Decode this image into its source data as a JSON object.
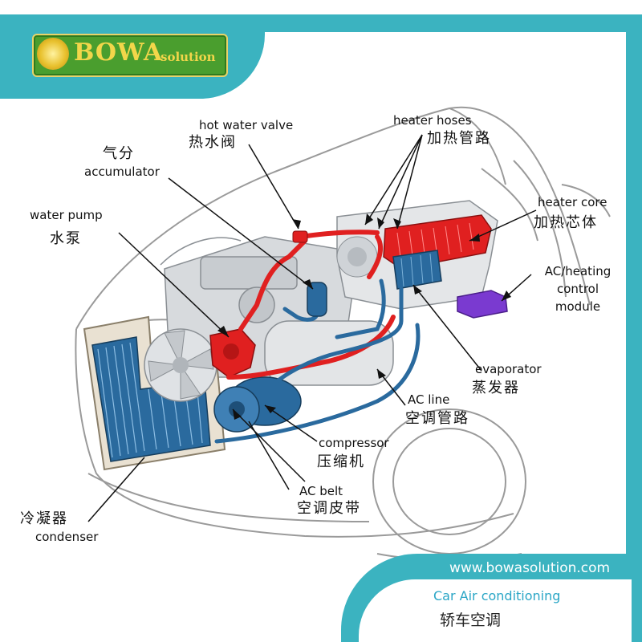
{
  "branding": {
    "logo_main": "BOWA",
    "logo_sub": "solution",
    "url": "www.bowasolution.com",
    "caption_en": "Car Air conditioning",
    "caption_zh": "轿车空调",
    "accent_color": "#3bb3c0"
  },
  "labels": {
    "hot_water_valve_en": "hot water valve",
    "hot_water_valve_zh": "热水阀",
    "heater_hoses_en": "heater hoses",
    "heater_hoses_zh": "加热管路",
    "accumulator_zh": "气分",
    "accumulator_en": "accumulator",
    "water_pump_en": "water pump",
    "water_pump_zh": "水泵",
    "heater_core_en": "heater core",
    "heater_core_zh": "加热芯体",
    "control_module_line1": "AC/heating",
    "control_module_line2": "control",
    "control_module_line3": "module",
    "evaporator_en": "evaporator",
    "evaporator_zh": "蒸发器",
    "ac_line_en": "AC line",
    "ac_line_zh": "空调管路",
    "compressor_en": "compressor",
    "compressor_zh": "压缩机",
    "ac_belt_en": "AC belt",
    "ac_belt_zh": "空调皮带",
    "condenser_zh": "冷凝器",
    "condenser_en": "condenser"
  },
  "colors": {
    "hot_circuit": "#e02020",
    "cold_circuit": "#2a6a9e",
    "control_module": "#7a3ad0"
  }
}
